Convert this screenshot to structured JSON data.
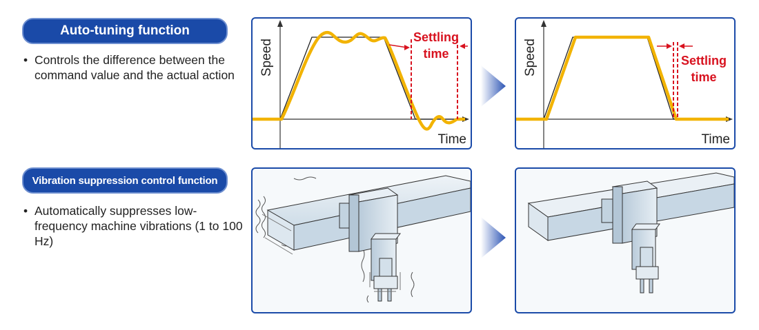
{
  "auto_tuning": {
    "title": "Auto-tuning function",
    "bullet": "Controls the difference between the command value and the actual action"
  },
  "vibration": {
    "title": "Vibration suppression control function",
    "bullet": "Automatically suppresses low-frequency machine vibrations (1 to 100 Hz)"
  },
  "graph_labels": {
    "y_axis": "Speed",
    "x_axis": "Time",
    "settling_line1": "Settling",
    "settling_line2": "time"
  },
  "colors": {
    "pill_bg": "#1a4aa8",
    "panel_border": "#1a4aa8",
    "actual_curve": "#f2b300",
    "settling": "#d8121f"
  }
}
